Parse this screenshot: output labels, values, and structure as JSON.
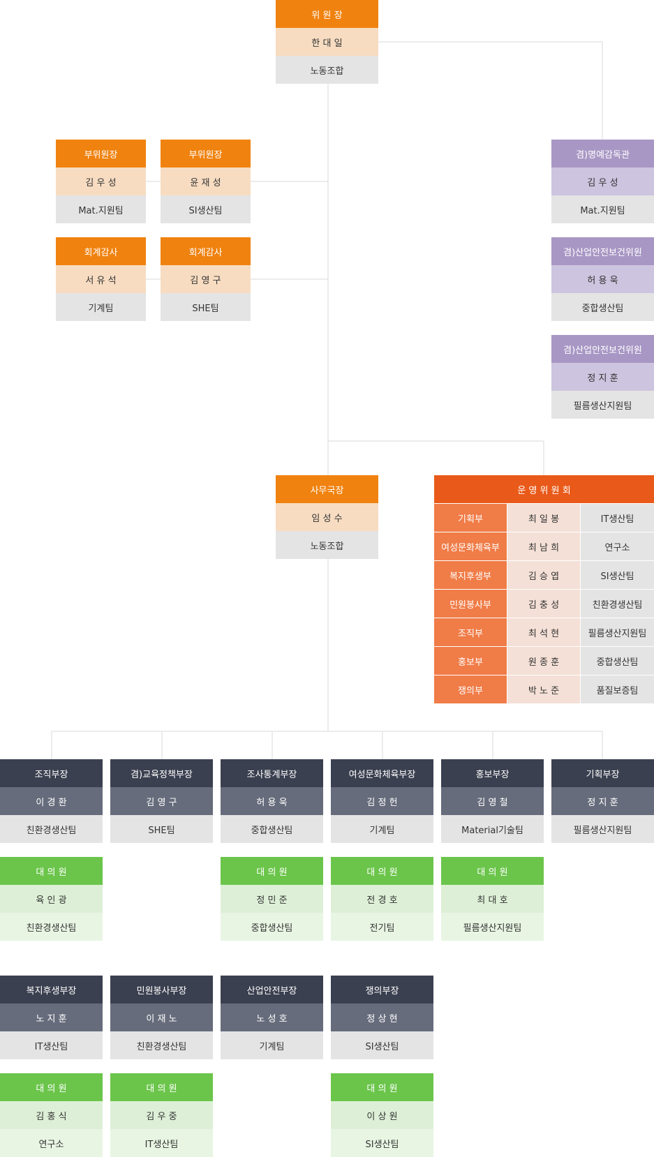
{
  "chairman": {
    "title": "위 원 장",
    "name": "한 대 일",
    "team": "노동조합"
  },
  "vice_chairs": [
    {
      "title": "부위원장",
      "name": "김 우 성",
      "team": "Mat.지원팀"
    },
    {
      "title": "부위원장",
      "name": "윤 재 성",
      "team": "SI생산팀"
    }
  ],
  "auditors": [
    {
      "title": "회계감사",
      "name": "서 유 석",
      "team": "기계팀"
    },
    {
      "title": "회계감사",
      "name": "김 영 구",
      "team": "SHE팀"
    }
  ],
  "advisors": [
    {
      "title": "겸)명예감독관",
      "name": "김 우 성",
      "team": "Mat.지원팀"
    },
    {
      "title": "겸)산업안전보건위원",
      "name": "허 용 욱",
      "team": "중합생산팀"
    },
    {
      "title": "겸)산업안전보건위원",
      "name": "정 지 훈",
      "team": "필름생산지원팀"
    }
  ],
  "secretary_general": {
    "title": "사무국장",
    "name": "임 성 수",
    "team": "노동조합"
  },
  "committee": {
    "title": "운 영 위 원 회",
    "rows": [
      {
        "dept": "기획부",
        "name": "최 일 봉",
        "team": "IT생산팀"
      },
      {
        "dept": "여성문화체육부",
        "name": "최 남 희",
        "team": "연구소"
      },
      {
        "dept": "복지후생부",
        "name": "김 승 엽",
        "team": "SI생산팀"
      },
      {
        "dept": "민원봉사부",
        "name": "김 충 성",
        "team": "친환경생산팀"
      },
      {
        "dept": "조직부",
        "name": "최 석 현",
        "team": "필름생산지원팀"
      },
      {
        "dept": "홍보부",
        "name": "원 종 훈",
        "team": "중합생산팀"
      },
      {
        "dept": "쟁의부",
        "name": "박 노 준",
        "team": "품질보증팀"
      }
    ]
  },
  "department_heads_row1": [
    {
      "title": "조직부장",
      "name": "이 경 환",
      "team": "친환경생산팀"
    },
    {
      "title": "겸)교육정책부장",
      "name": "김 영 구",
      "team": "SHE팀"
    },
    {
      "title": "조사통계부장",
      "name": "허 용 욱",
      "team": "중합생산팀"
    },
    {
      "title": "여성문화체육부장",
      "name": "김 정 헌",
      "team": "기계팀"
    },
    {
      "title": "홍보부장",
      "name": "김 영 철",
      "team": "Material기술팀"
    },
    {
      "title": "기획부장",
      "name": "정 지 훈",
      "team": "필름생산지원팀"
    }
  ],
  "delegates_row1": [
    {
      "title": "대 의 원",
      "name": "육 인 광",
      "team": "친환경생산팀"
    },
    {
      "title": "대 의 원",
      "name": "정 민 준",
      "team": "중합생산팀"
    },
    {
      "title": "대 의 원",
      "name": "전 경 호",
      "team": "전기팀"
    },
    {
      "title": "대 의 원",
      "name": "최 대 호",
      "team": "필름생산지원팀"
    }
  ],
  "department_heads_row2": [
    {
      "title": "복지후생부장",
      "name": "노 지 훈",
      "team": "IT생산팀"
    },
    {
      "title": "민원봉사부장",
      "name": "이 재 노",
      "team": "친환경생산팀"
    },
    {
      "title": "산업안전부장",
      "name": "노 성 호",
      "team": "기계팀"
    },
    {
      "title": "쟁의부장",
      "name": "정 상 현",
      "team": "SI생산팀"
    }
  ],
  "delegates_row2": [
    {
      "title": "대 의 원",
      "name": "김 홍 식",
      "team": "연구소"
    },
    {
      "title": "대 의 원",
      "name": "김 우 중",
      "team": "IT생산팀"
    },
    {
      "title": "대 의 원",
      "name": "이 상 원",
      "team": "SI생산팀"
    }
  ],
  "colors": {
    "orange_header": "#f0820f",
    "peach_name": "#f7dcc1",
    "gray_team": "#e4e4e4",
    "purple_header": "#a897c4",
    "lavender_name": "#cdc4df",
    "dark_header": "#3b4050",
    "slate_name": "#676c7c",
    "green_header": "#6bc54b",
    "mint_name": "#ddf0d7",
    "mint_team": "#e8f5e3",
    "committee_header": "#e95a1a",
    "committee_dept": "#f07c47",
    "committee_name": "#f4e0d6",
    "connector_line": "#d9d9d9"
  }
}
